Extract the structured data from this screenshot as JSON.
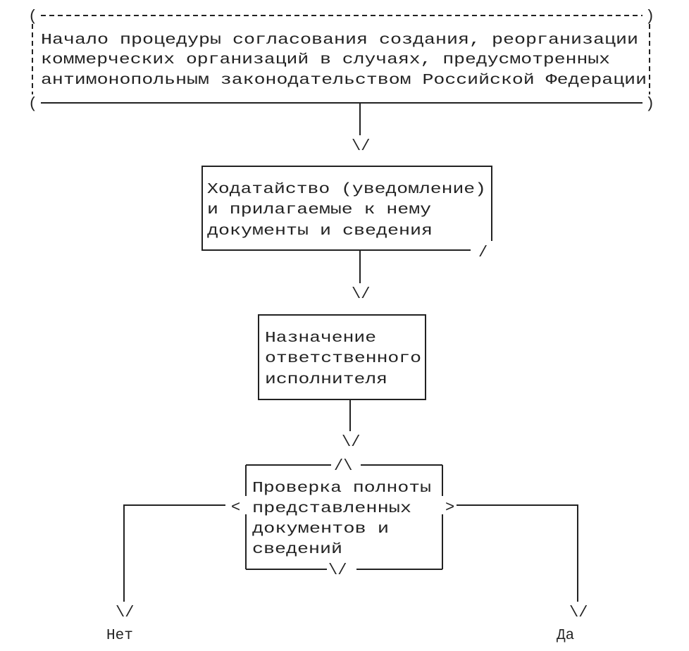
{
  "start": {
    "line1": "Начало процедуры согласования создания, реорганизации",
    "line2": "коммерческих организаций в случаях, предусмотренных",
    "line3": "антимонопольным законодательством Российской Федерации"
  },
  "petition": {
    "line1": "Ходатайство (уведомление)",
    "line2": "и прилагаемые к нему",
    "line3": "документы и сведения"
  },
  "assign": {
    "line1": "Назначение",
    "line2": "ответственного",
    "line3": "исполнителя"
  },
  "check": {
    "line1": "Проверка полноты",
    "line2": "представленных",
    "line3": "документов и",
    "line4": "сведений"
  },
  "outcomes": {
    "no": "Нет",
    "yes": "Да"
  },
  "glyphs": {
    "arrow": "\\/",
    "apex": "/\\",
    "left_point": "<",
    "right_point": ">",
    "open_paren": "(",
    "close_paren": ")",
    "slash": "/"
  }
}
